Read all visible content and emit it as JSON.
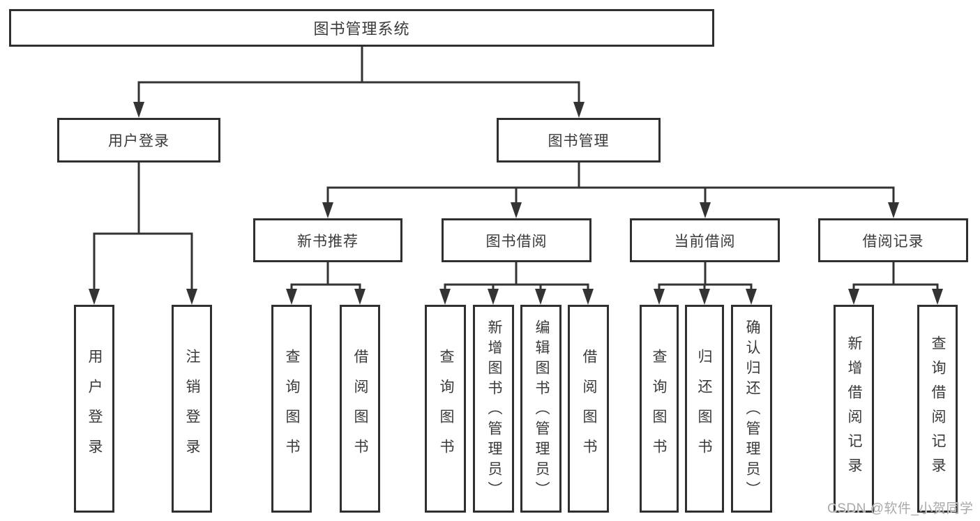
{
  "colors": {
    "line": "#333333",
    "border": "#2f2f2f",
    "text": "#3a3a3a",
    "watermark": "#a9a9a9",
    "background": "#ffffff"
  },
  "tree": {
    "label": "图书管理系统",
    "children": [
      {
        "label": "用户登录",
        "children": [
          {
            "label": "用户登录"
          },
          {
            "label": "注销登录"
          }
        ]
      },
      {
        "label": "图书管理",
        "children": [
          {
            "label": "新书推荐",
            "children": [
              {
                "label": "查询图书"
              },
              {
                "label": "借阅图书"
              }
            ]
          },
          {
            "label": "图书借阅",
            "children": [
              {
                "label": "查询图书"
              },
              {
                "label": "新增图书（管理员）"
              },
              {
                "label": "编辑图书（管理员）"
              },
              {
                "label": "借阅图书"
              }
            ]
          },
          {
            "label": "当前借阅",
            "children": [
              {
                "label": "查询图书"
              },
              {
                "label": "归还图书"
              },
              {
                "label": "确认归还（管理员）"
              }
            ]
          },
          {
            "label": "借阅记录",
            "children": [
              {
                "label": "新增借阅记录"
              },
              {
                "label": "查询借阅记录"
              }
            ]
          }
        ]
      }
    ]
  },
  "watermark": {
    "text": "CSDN @软件_小贺同学"
  }
}
